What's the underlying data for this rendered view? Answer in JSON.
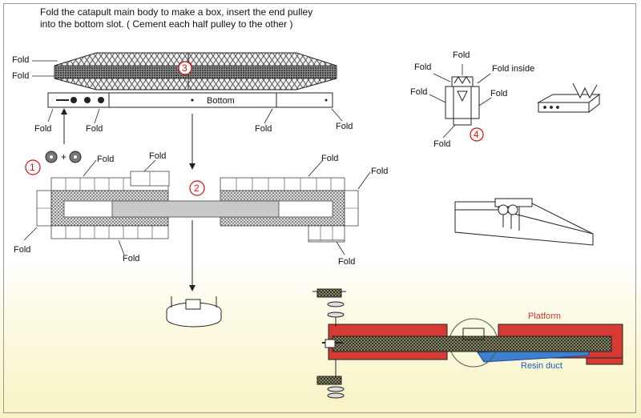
{
  "instructions": {
    "line1": "Fold the catapult main body to make a box, insert the end pulley",
    "line2": "into the bottom slot. ( Cement each half pulley to the other )"
  },
  "labels": {
    "fold": "Fold",
    "fold_inside": "Fold inside",
    "bottom": "Bottom",
    "platform": "Platform",
    "resin_duct": "Resin duct",
    "plus": "+"
  },
  "steps": [
    "1",
    "2",
    "3",
    "4"
  ],
  "colors": {
    "platform": "#d63a33",
    "resin_duct": "#3f7fd0",
    "step_circle": "#d11111"
  }
}
